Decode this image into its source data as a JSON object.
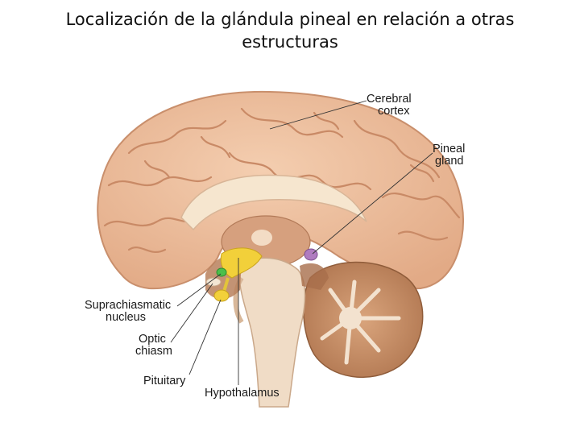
{
  "slide": {
    "title_line1": "Localización de la glándula pineal en relación a otras",
    "title_line2": "estructuras"
  },
  "diagram": {
    "labels": {
      "cerebral_cortex": [
        "Cerebral",
        "cortex"
      ],
      "pineal_gland": [
        "Pineal",
        "gland"
      ],
      "suprachiasmatic_nucleus": [
        "Suprachiasmatic",
        "nucleus"
      ],
      "optic_chiasm": [
        "Optic",
        "chiasm"
      ],
      "pituitary": "Pituitary",
      "hypothalamus": "Hypothalamus"
    },
    "colors": {
      "cortex": "#eec0a0",
      "cortex_shadow": "#d9a07e",
      "corpus_callosum": "#f6e6cf",
      "hypothalamus": "#f2d03a",
      "pineal": "#b07cc0",
      "brainstem": "#f0dcc6",
      "cerebellum": "#c88d63",
      "thalamus": "#c79272",
      "scn": "#4bbf4b"
    }
  }
}
